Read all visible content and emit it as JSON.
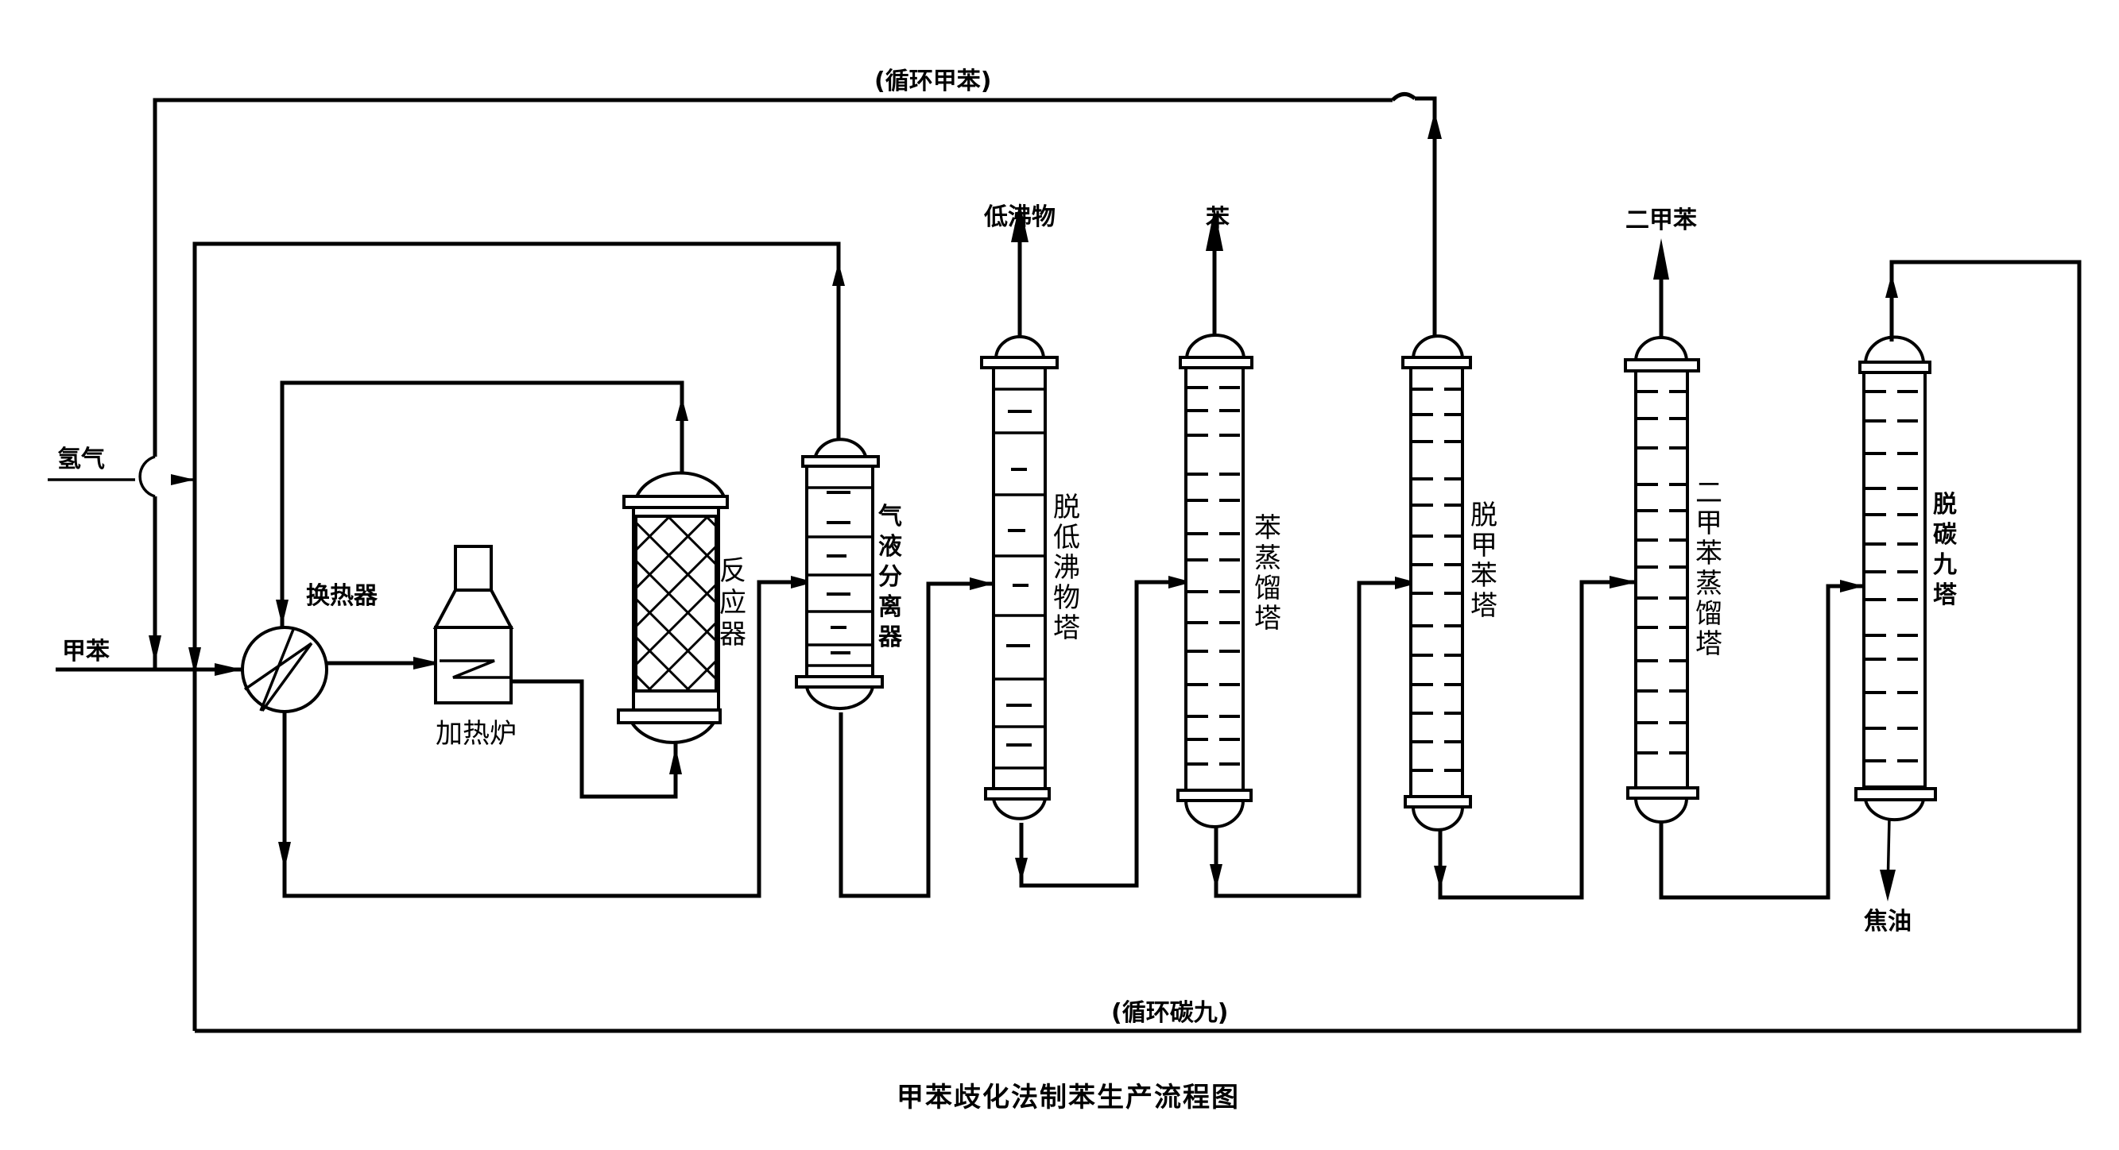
{
  "title": "甲苯歧化法制苯生产流程图",
  "streams": {
    "hydrogen_feed": "氢气",
    "toluene_feed": "甲苯",
    "recycle_toluene": "(循环甲苯)",
    "recycle_c9": "(循环碳九)",
    "light_ends_product": "低沸物",
    "benzene_product": "苯",
    "xylene_product": "二甲苯",
    "tar_product": "焦油"
  },
  "equipment": {
    "heat_exchanger": "换热器",
    "furnace": "加热炉",
    "reactor": [
      "反",
      "应",
      "器"
    ],
    "separator": [
      "气",
      "液",
      "分",
      "离",
      "器"
    ],
    "column_light_ends": [
      "脱",
      "低",
      "沸",
      "物",
      "塔"
    ],
    "column_benzene": [
      "苯",
      "蒸",
      "馏",
      "塔"
    ],
    "column_toluene": [
      "脱",
      "甲",
      "苯",
      "塔"
    ],
    "column_xylene": [
      "二",
      "甲",
      "苯",
      "蒸",
      "馏",
      "塔"
    ],
    "column_c9": [
      "脱",
      "碳",
      "九",
      "塔"
    ]
  }
}
